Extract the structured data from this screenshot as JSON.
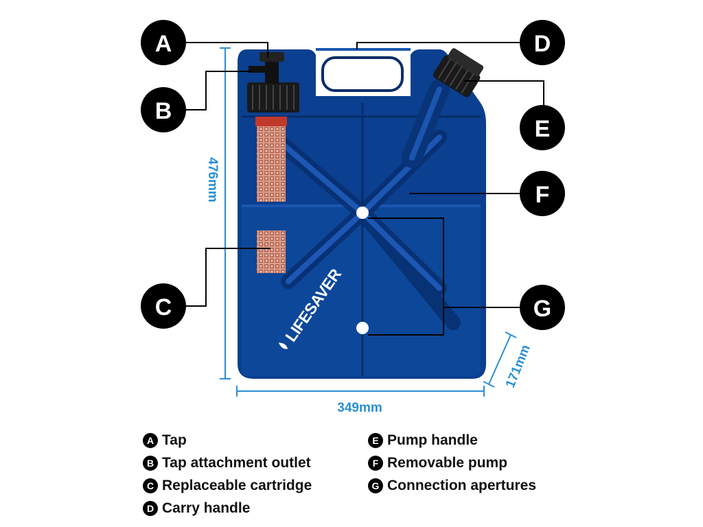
{
  "dimensions": {
    "height": "476mm",
    "width": "349mm",
    "depth": "171mm"
  },
  "brand": "LIFESAVER",
  "colors": {
    "body": "#0b3f8f",
    "body_dark": "#072c69",
    "body_light": "#1a56b0",
    "dimension": "#2a8fd4",
    "callout": "#000000",
    "cartridge": "#c47a64"
  },
  "callouts": [
    {
      "letter": "A",
      "label": "Tap"
    },
    {
      "letter": "B",
      "label": "Tap attachment outlet"
    },
    {
      "letter": "C",
      "label": "Replaceable cartridge"
    },
    {
      "letter": "D",
      "label": "Carry handle"
    },
    {
      "letter": "E",
      "label": "Pump handle"
    },
    {
      "letter": "F",
      "label": "Removable pump"
    },
    {
      "letter": "G",
      "label": "Connection apertures"
    }
  ]
}
